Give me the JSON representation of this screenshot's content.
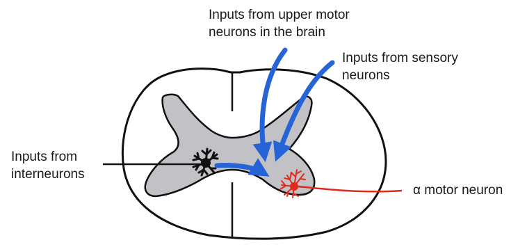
{
  "labels": {
    "upper_motor_line1": "Inputs from upper motor",
    "upper_motor_line2": "neurons in the brain",
    "sensory_line1": "Inputs from sensory",
    "sensory_line2": "neurons",
    "interneuron_line1": "Inputs from",
    "interneuron_line2": "interneurons",
    "motor_neuron": "α motor neuron"
  },
  "colors": {
    "input_arrows": "#2563d6",
    "motor_neuron": "#e02a1f",
    "interneuron": "#111111",
    "gray_matter": "#c2c2c6",
    "outline": "#111111"
  }
}
